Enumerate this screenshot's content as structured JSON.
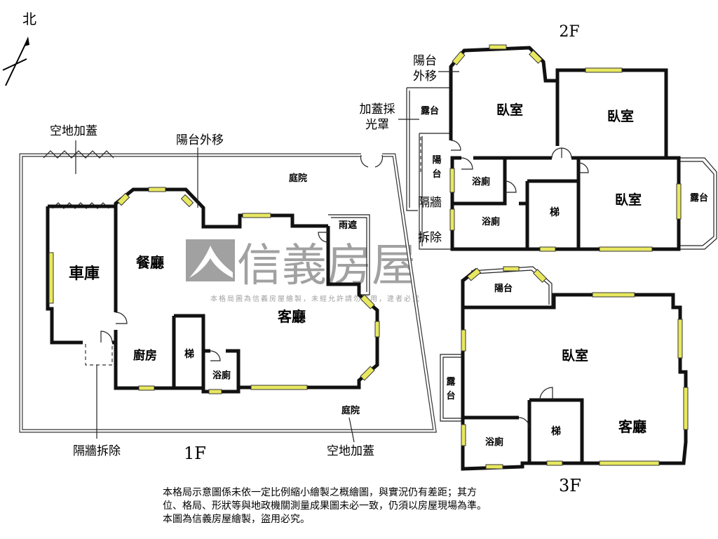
{
  "compass": {
    "north": "北"
  },
  "watermark": {
    "brand": "信義房屋",
    "subtitle": "本格局圖為信義房屋繪製，未經允許請勿盜用，違者必究"
  },
  "floors": {
    "f1": {
      "title": "1F",
      "labels": {
        "open_space_top": "空地加蓋",
        "balcony_moved": "陽台外移",
        "courtyard_top": "庭院",
        "garage": "車庫",
        "dining": "餐廳",
        "living": "客廳",
        "canopy": "雨遮",
        "kitchen": "廚房",
        "stairs": "梯",
        "bathroom": "浴廁",
        "courtyard_bottom": "庭院",
        "wall_removed": "隔牆拆除",
        "open_space_bottom": "空地加蓋"
      }
    },
    "f2": {
      "title": "2F",
      "labels": {
        "balcony_moved_1": "陽台",
        "balcony_moved_2": "外移",
        "skylight_1": "加蓋採",
        "skylight_2": "光罩",
        "terrace_left": "露台",
        "bedroom_1": "臥室",
        "bedroom_2": "臥室",
        "balcony_1": "陽",
        "balcony_2": "台",
        "bathroom_1": "浴廁",
        "bathroom_2": "浴廁",
        "stairs": "梯",
        "bedroom_3": "臥室",
        "terrace_right": "露台",
        "wall_removed_1": "隔牆",
        "wall_removed_2": "拆除"
      }
    },
    "f3": {
      "title": "3F",
      "labels": {
        "balcony": "陽台",
        "bedroom": "臥室",
        "terrace_1": "露",
        "terrace_2": "台",
        "stairs": "梯",
        "living": "客廳",
        "bathroom": "浴廁"
      }
    }
  },
  "disclaimer": [
    "本格局示意圖係未依一定比例縮小繪製之概繪圖，與實況仍有差距；其方",
    "位、格局、形狀等與地政機關測量成果圖未必一致，仍須以房屋現場為準。",
    "本圖為信義房屋繪製，盜用必究。"
  ]
}
